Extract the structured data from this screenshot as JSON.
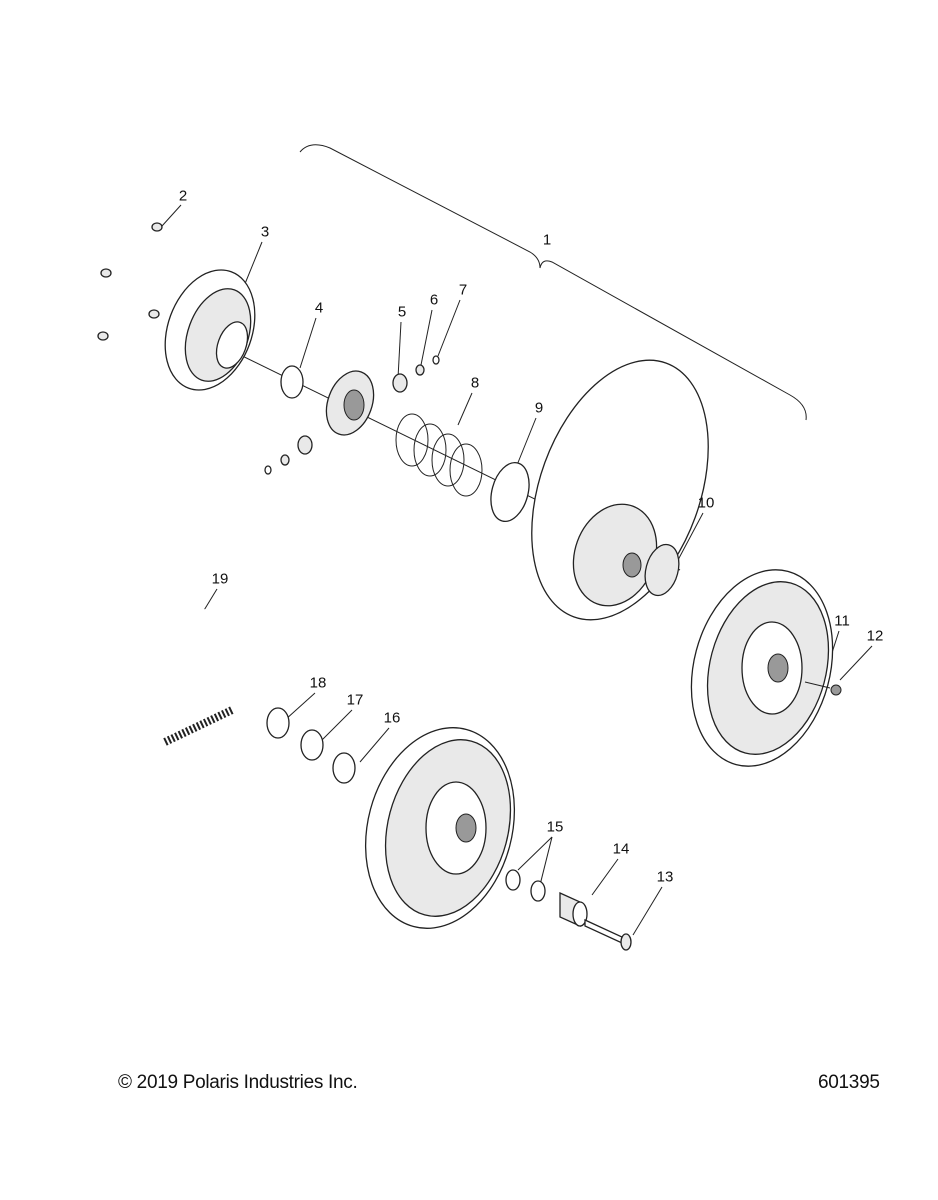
{
  "callouts": [
    "1",
    "2",
    "3",
    "4",
    "5",
    "6",
    "7",
    "8",
    "9",
    "10",
    "11",
    "12",
    "13",
    "14",
    "15",
    "16",
    "17",
    "18",
    "19"
  ],
  "footer": {
    "copyright": "© 2019 Polaris Industries Inc.",
    "diagram_number": "601395"
  }
}
